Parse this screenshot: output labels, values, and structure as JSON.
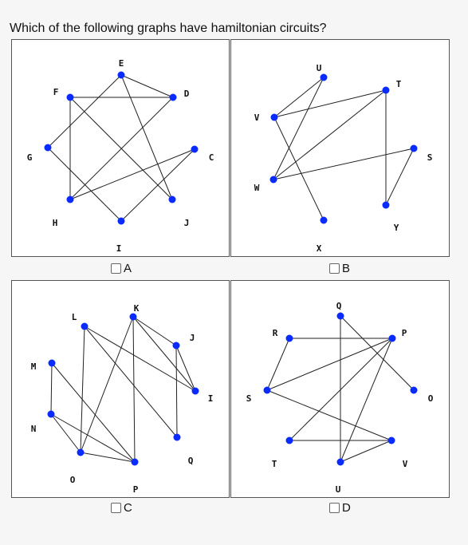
{
  "question": "Which of the following graphs have hamiltonian circuits?",
  "colors": {
    "node": "#0a2bff",
    "edge": "#222222"
  },
  "graphs": [
    {
      "id": "A",
      "choice_label": "A",
      "checked": false,
      "nodes": [
        {
          "id": "E",
          "label": "E"
        },
        {
          "id": "D",
          "label": "D"
        },
        {
          "id": "C",
          "label": "C"
        },
        {
          "id": "J",
          "label": "J"
        },
        {
          "id": "I",
          "label": "I"
        },
        {
          "id": "H",
          "label": "H"
        },
        {
          "id": "G",
          "label": "G"
        },
        {
          "id": "F",
          "label": "F"
        }
      ],
      "edges": [
        [
          "F",
          "D"
        ],
        [
          "F",
          "J"
        ],
        [
          "F",
          "H"
        ],
        [
          "E",
          "D"
        ],
        [
          "E",
          "J"
        ],
        [
          "E",
          "G"
        ],
        [
          "D",
          "H"
        ],
        [
          "C",
          "H"
        ],
        [
          "C",
          "I"
        ],
        [
          "I",
          "G"
        ]
      ]
    },
    {
      "id": "B",
      "choice_label": "B",
      "checked": false,
      "nodes": [
        {
          "id": "U",
          "label": "U"
        },
        {
          "id": "T",
          "label": "T"
        },
        {
          "id": "S",
          "label": "S"
        },
        {
          "id": "Y",
          "label": "Y"
        },
        {
          "id": "X",
          "label": "X"
        },
        {
          "id": "W",
          "label": "W"
        },
        {
          "id": "V",
          "label": "V"
        }
      ],
      "edges": [
        [
          "U",
          "V"
        ],
        [
          "U",
          "W"
        ],
        [
          "V",
          "T"
        ],
        [
          "V",
          "X"
        ],
        [
          "T",
          "W"
        ],
        [
          "T",
          "Y"
        ],
        [
          "S",
          "W"
        ],
        [
          "S",
          "Y"
        ]
      ]
    },
    {
      "id": "C",
      "choice_label": "C",
      "checked": false,
      "nodes": [
        {
          "id": "K",
          "label": "K"
        },
        {
          "id": "J",
          "label": "J"
        },
        {
          "id": "I",
          "label": "I"
        },
        {
          "id": "Q",
          "label": "Q"
        },
        {
          "id": "P",
          "label": "P"
        },
        {
          "id": "O",
          "label": "O"
        },
        {
          "id": "N",
          "label": "N"
        },
        {
          "id": "M",
          "label": "M"
        },
        {
          "id": "L",
          "label": "L"
        }
      ],
      "edges": [
        [
          "L",
          "I"
        ],
        [
          "L",
          "Q"
        ],
        [
          "L",
          "O"
        ],
        [
          "K",
          "J"
        ],
        [
          "K",
          "I"
        ],
        [
          "K",
          "O"
        ],
        [
          "K",
          "P"
        ],
        [
          "J",
          "Q"
        ],
        [
          "J",
          "I"
        ],
        [
          "M",
          "N"
        ],
        [
          "M",
          "P"
        ],
        [
          "N",
          "O"
        ],
        [
          "N",
          "P"
        ],
        [
          "O",
          "P"
        ]
      ]
    },
    {
      "id": "D",
      "choice_label": "D",
      "checked": false,
      "nodes": [
        {
          "id": "Q",
          "label": "Q"
        },
        {
          "id": "P",
          "label": "P"
        },
        {
          "id": "O",
          "label": "O"
        },
        {
          "id": "V",
          "label": "V"
        },
        {
          "id": "U",
          "label": "U"
        },
        {
          "id": "T",
          "label": "T"
        },
        {
          "id": "S",
          "label": "S"
        },
        {
          "id": "R",
          "label": "R"
        }
      ],
      "edges": [
        [
          "R",
          "P"
        ],
        [
          "R",
          "S"
        ],
        [
          "Q",
          "O"
        ],
        [
          "Q",
          "U"
        ],
        [
          "P",
          "S"
        ],
        [
          "P",
          "T"
        ],
        [
          "P",
          "U"
        ],
        [
          "S",
          "V"
        ],
        [
          "T",
          "V"
        ],
        [
          "U",
          "V"
        ]
      ]
    }
  ]
}
